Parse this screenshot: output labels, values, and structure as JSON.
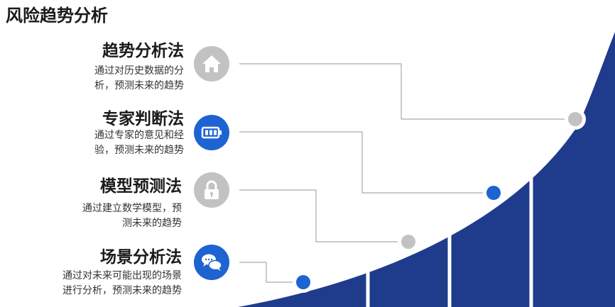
{
  "page": {
    "title": "风险趋势分析"
  },
  "colors": {
    "navy": "#1f3c8c",
    "blue": "#1e63d2",
    "gray": "#c2c2c2",
    "connector": "#aaaaaa"
  },
  "items": [
    {
      "title": "趋势分析法",
      "desc_lines": [
        "通过对历史数据的分",
        "析，预测未来的趋势"
      ],
      "icon": "home-icon",
      "icon_color": "gray"
    },
    {
      "title": "专家判断法",
      "desc_lines": [
        "通过专家的意见和经",
        "验，预测未来的趋势"
      ],
      "icon": "battery-icon",
      "icon_color": "blue"
    },
    {
      "title": "模型预测法",
      "desc_lines": [
        "通过建立数学模型，预",
        "测未来的趋势"
      ],
      "icon": "lock-icon",
      "icon_color": "gray"
    },
    {
      "title": "场景分析法",
      "desc_lines": [
        "通过对未来可能出现的场景",
        "进行分析，预测未来的趋势"
      ],
      "icon": "chat-bubbles-icon",
      "icon_color": "blue"
    }
  ]
}
